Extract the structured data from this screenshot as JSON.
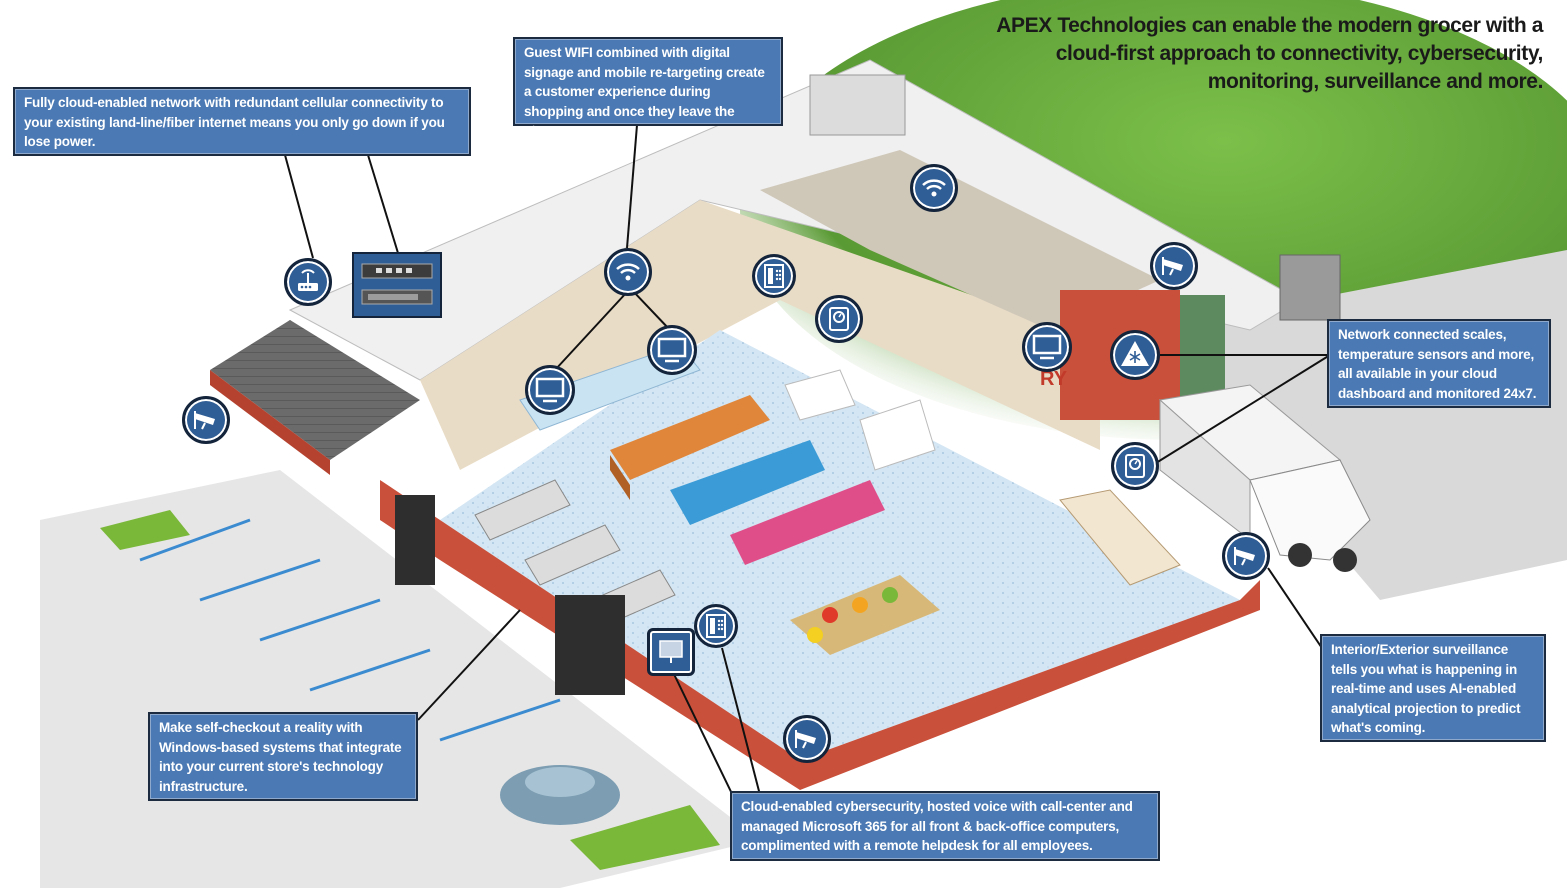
{
  "headline": {
    "line1": "APEX Technologies can enable the modern grocer with a",
    "line2": "cloud-first approach to connectivity, cybersecurity,",
    "line3": "monitoring, surveillance and more."
  },
  "callouts": {
    "network": "Fully cloud-enabled network with redundant cellular connectivity to your existing land-line/fiber internet means you only go down if you lose power.",
    "wifi": "Guest WIFI combined with digital signage and mobile re-targeting create a customer experience during shopping and once they leave the store.",
    "sensors": "Network connected scales, temperature sensors and more, all available in your cloud dashboard and monitored 24x7.",
    "surveillance": "Interior/Exterior surveillance tells you what is happening in real-time and uses AI-enabled analytical projection to predict what's coming.",
    "checkout": "Make self-checkout a reality with Windows-based systems that integrate into your current store's technology infrastructure.",
    "cyber": "Cloud-enabled cybersecurity, hosted voice with call-center and managed Microsoft 365 for all front & back-office computers, complimented with a remote helpdesk for all employees."
  },
  "store_sign": "RY",
  "colors": {
    "callout_fill": "#4a79b3",
    "badge_fill": "#2f5d95",
    "wall_brick": "#c9503a",
    "floor": "#cfe3f2",
    "grass": "#5fa03a"
  },
  "icons": [
    "router-icon",
    "switch-icon",
    "wifi-icon",
    "monitor-icon",
    "phone-icon",
    "scale-icon",
    "security-camera-icon",
    "temperature-sensor-icon",
    "kiosk-icon"
  ]
}
